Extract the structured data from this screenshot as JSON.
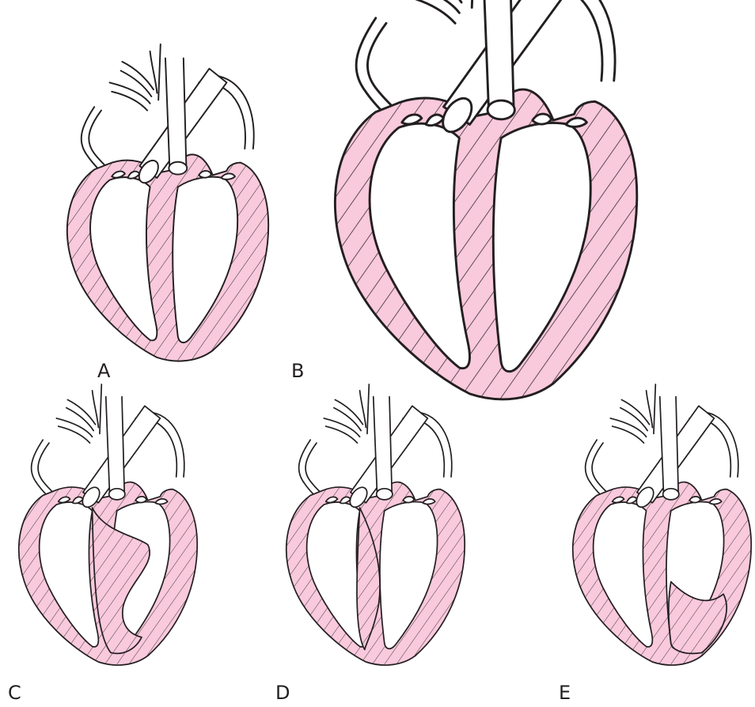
{
  "panels": [
    {
      "id": "A",
      "label": "A"
    },
    {
      "id": "B",
      "label": "B"
    },
    {
      "id": "C",
      "label": "C"
    },
    {
      "id": "D",
      "label": "D"
    },
    {
      "id": "E",
      "label": "E"
    }
  ],
  "colors": {
    "myocardium_fill": "#f9c9dc",
    "hatch_line": "#231f20",
    "outline": "#231f20",
    "background": "#ffffff"
  }
}
